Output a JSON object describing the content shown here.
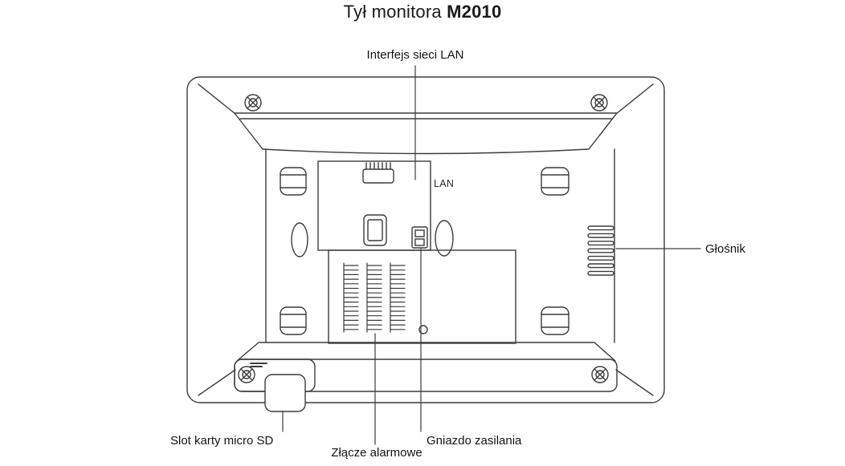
{
  "title": {
    "prefix": "Tył monitora ",
    "model": "M2010"
  },
  "labels": {
    "lan_interface": "Interfejs sieci LAN",
    "lan_port": "LAN",
    "speaker": "Głośnik",
    "sd_slot": "Slot karty micro SD",
    "alarm_connector": "Złącze alarmowe",
    "power_socket": "Gniazdo zasilania"
  },
  "diagram": {
    "subject": "rear-view-line-drawing-of-monitor-m2010",
    "stroke_color": "#3c3c3c",
    "alarm_terminal": {
      "columns": 3,
      "rows": 15
    },
    "speaker": {
      "slots": 7
    },
    "screws": 4
  }
}
